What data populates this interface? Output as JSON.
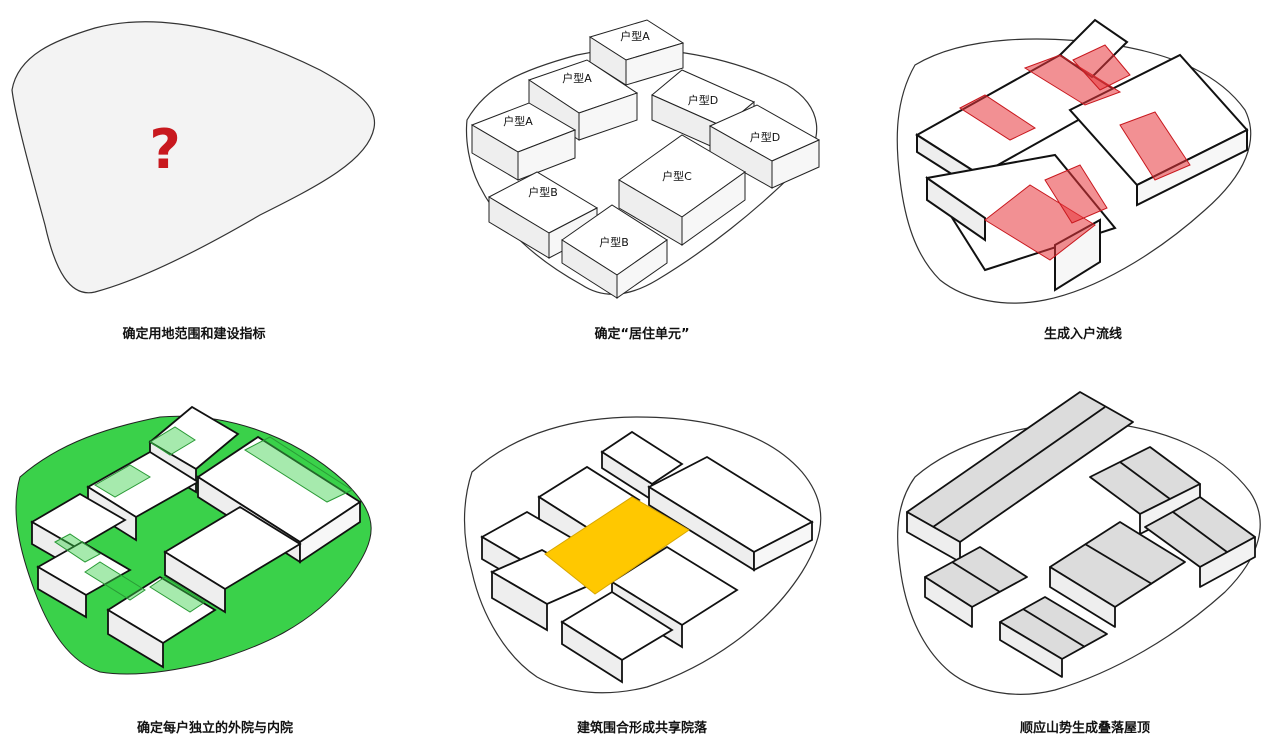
{
  "panels": [
    {
      "caption": "确定用地范围和建设指标",
      "mark": "?"
    },
    {
      "caption": "确定“居住单元”",
      "unit_labels": [
        "户型A",
        "户型A",
        "户型A",
        "户型D",
        "户型D",
        "户型C",
        "户型B",
        "户型B"
      ]
    },
    {
      "caption": "生成入户流线"
    },
    {
      "caption": "确定每户独立的外院与内院"
    },
    {
      "caption": "建筑围合形成共享院落"
    },
    {
      "caption": "顺应山势生成叠落屋顶"
    }
  ],
  "colors": {
    "outline": "#333333",
    "site_fill": "#f3f3f3",
    "block_top": "#ffffff",
    "block_side": "#eeeeee",
    "entry_red": "#e8353a",
    "yard_green": "#3ad14a",
    "court_yellow": "#ffc800",
    "roof_grey": "#dcdcdc",
    "question_red": "#c8181e"
  }
}
